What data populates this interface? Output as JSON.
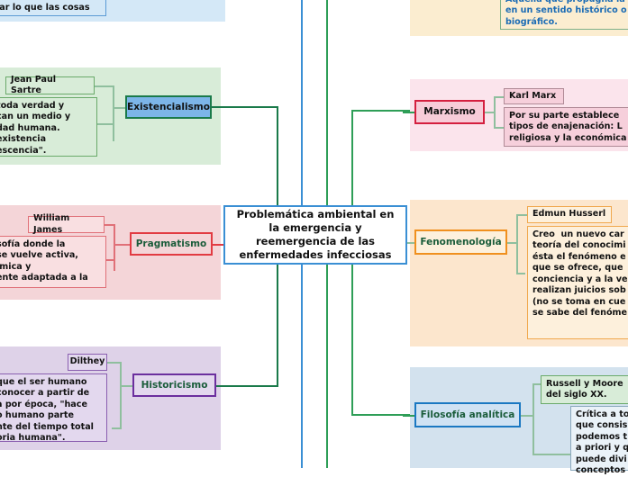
{
  "central": {
    "text": "Problemática ambiental en la emergencia y reemergencia de las enfermedades infecciosas",
    "border_color": "#3a8fd4",
    "fill_color": "#ffffff"
  },
  "branches": [
    {
      "id": "top-left-partial",
      "label": "",
      "band_color": "#d4e8f7",
      "side": "left",
      "leaves": [
        {
          "name": "top-left-clipped-text",
          "text": "lar lo que las cosas",
          "fill": "#d4e8f7",
          "border": "#5b9bd5",
          "color": "#111111"
        }
      ]
    },
    {
      "id": "existencialismo",
      "label": "Existencialismo",
      "band_color": "#d8ecd8",
      "node_fill": "#7cb5e8",
      "node_border": "#1a7a4a",
      "node_text_color": "#111111",
      "leaves": [
        {
          "name": "author",
          "text": "Jean Paul Sartre",
          "fill": "#d8ecd8",
          "border": "#6aaa6a",
          "color": "#111111"
        },
        {
          "name": "description",
          "text": "toda verdad y\ncan un medio y\ndad humana.\nexistencia\nescencia\".",
          "fill": "#d8ecd8",
          "border": "#6aaa6a",
          "color": "#111111"
        }
      ]
    },
    {
      "id": "pragmatismo",
      "label": "Pragmatismo",
      "band_color": "#f4d5d8",
      "node_fill": "#f4d5d8",
      "node_border": "#e23b42",
      "node_text_color": "#1a5c3a",
      "leaves": [
        {
          "name": "author",
          "text": "William James",
          "fill": "#f9dfe1",
          "border": "#e07078",
          "color": "#111111"
        },
        {
          "name": "description",
          "text": "sofía donde la\nse vuelve activa,\nimica y\nente adaptada a la",
          "fill": "#f9dfe1",
          "border": "#e07078",
          "color": "#111111"
        }
      ]
    },
    {
      "id": "historicismo",
      "label": "Historicismo",
      "band_color": "#ded2e8",
      "node_fill": "#e3d8ee",
      "node_border": "#6b2f9e",
      "node_text_color": "#1a5c3a",
      "leaves": [
        {
          "name": "author",
          "text": "Dilthey",
          "fill": "#e3d8ee",
          "border": "#8a5fb0",
          "color": "#111111"
        },
        {
          "name": "description",
          "text": "que el ser humano\nconocer a partir de\na por época, \"hace\no humano parte\nnte del tiempo total\noria humana\".",
          "fill": "#e3d8ee",
          "border": "#8a5fb0",
          "color": "#111111"
        }
      ]
    },
    {
      "id": "top-right-partial",
      "label": "",
      "band_color": "#fbedd0",
      "side": "right",
      "leaves": [
        {
          "name": "top-right-clipped-text",
          "text": "Aquella que propugna la\nen un sentido histórico o\nbiográfico.",
          "fill": "#fbedd0",
          "border": "#7fb08a",
          "color": "#1a6bb5"
        }
      ]
    },
    {
      "id": "marxismo",
      "label": "Marxismo",
      "band_color": "#fbe4ec",
      "node_fill": "#f7ccd8",
      "node_border": "#d41f3f",
      "node_text_color": "#111111",
      "leaves": [
        {
          "name": "author",
          "text": "Karl Marx",
          "fill": "#f6cfdb",
          "border": "#b08a96",
          "color": "#111111"
        },
        {
          "name": "description",
          "text": "Por su parte establece\ntipos de enajenación: L\nreligiosa y la económica",
          "fill": "#f6cfdb",
          "border": "#b08a96",
          "color": "#111111"
        }
      ]
    },
    {
      "id": "fenomenologia",
      "label": "Fenomenología",
      "band_color": "#fce6cd",
      "node_fill": "#fdf0dc",
      "node_border": "#f0901e",
      "node_text_color": "#1a5c3a",
      "leaves": [
        {
          "name": "author",
          "text": "Edmun Husserl",
          "fill": "#fdf0dc",
          "border": "#f0a84e",
          "color": "#111111"
        },
        {
          "name": "description",
          "text": "Creo  un nuevo car\nteoría del conocimi\nésta el fenómeno e\nque se ofrece, que\nconciencia y a la ve\nrealizan juicios sob\n(no se toma en cue\nse sabe del fenóme",
          "fill": "#fdf0dc",
          "border": "#f0a84e",
          "color": "#111111"
        }
      ]
    },
    {
      "id": "filosofia-analitica",
      "label": "Filosofía analítica",
      "band_color": "#d3e2ee",
      "node_fill": "#cfe2f3",
      "node_border": "#1a78c2",
      "node_text_color": "#1a5c3a",
      "leaves": [
        {
          "name": "author",
          "text": "Russell y Moore\ndel siglo XX.",
          "fill": "#d8ecd8",
          "border": "#6aaa6a",
          "color": "#111111"
        },
        {
          "name": "description",
          "text": "Crítica a to\nque consis\npodemos t\na priori y q\npuede divi\nconceptos",
          "fill": "#eaf2f8",
          "border": "#8aa8bc",
          "color": "#111111"
        }
      ]
    }
  ],
  "connectors": {
    "blue": "#3a8fd4",
    "green": "#2e9e57",
    "leaf_green": "#8fbf9e",
    "leaf_pink": "#e07078",
    "leaf_gray": "#a8b8c4"
  }
}
